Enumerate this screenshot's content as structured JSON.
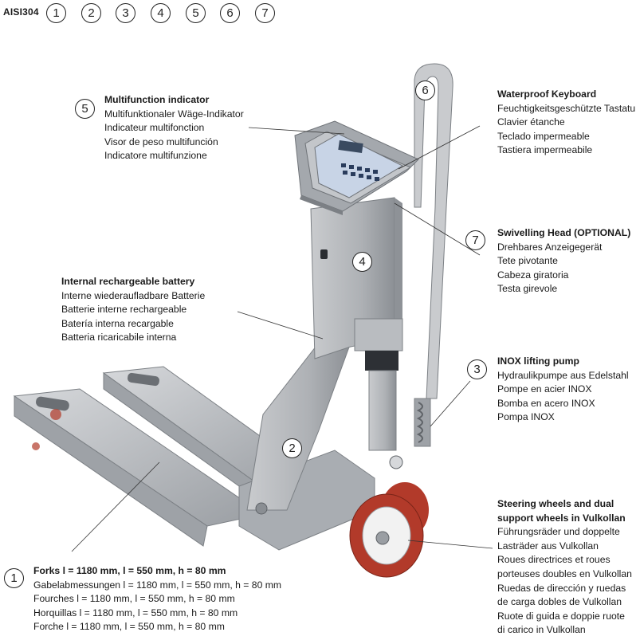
{
  "brand": "AISI304",
  "header_numbers": [
    "1",
    "2",
    "3",
    "4",
    "5",
    "6",
    "7"
  ],
  "callouts": {
    "c1": {
      "num": "1",
      "title": "Forks l = 1180 mm, l = 550 mm, h = 80 mm",
      "lines": [
        "Gabelabmessungen l = 1180 mm, l = 550 mm, h = 80 mm",
        "Fourches l = 1180 mm, l = 550 mm, h = 80 mm",
        "Horquillas l = 1180 mm, l = 550 mm, h = 80 mm",
        "Forche l = 1180 mm, l = 550 mm, h = 80 mm"
      ]
    },
    "c2": {
      "num": "2"
    },
    "c3": {
      "num": "3",
      "title": "INOX lifting pump",
      "lines": [
        "Hydraulikpumpe aus Edelstahl",
        "Pompe en acier INOX",
        "Bomba en acero INOX",
        "Pompa INOX"
      ]
    },
    "c4": {
      "num": "4",
      "title": "Internal rechargeable battery",
      "lines": [
        "Interne wiederaufladbare Batterie",
        "Batterie interne rechargeable",
        "Batería interna recargable",
        "Batteria ricaricabile interna"
      ]
    },
    "c5": {
      "num": "5",
      "title": "Multifunction indicator",
      "lines": [
        "Multifunktionaler Wäge-Indikator",
        "Indicateur multifonction",
        "Visor de peso multifunción",
        "Indicatore multifunzione"
      ]
    },
    "c6": {
      "num": "6",
      "title": "Waterproof Keyboard",
      "lines": [
        "Feuchtigkeitsgeschützte Tastatur",
        "Clavier étanche",
        "Teclado impermeable",
        "Tastiera impermeabile"
      ]
    },
    "c7": {
      "num": "7",
      "title": "Swivelling Head (OPTIONAL)",
      "lines": [
        "Drehbares Anzeigegerät",
        "Tete pivotante",
        "Cabeza giratoria",
        "Testa girevole"
      ]
    },
    "c8": {
      "title_lines": [
        "Steering wheels and dual",
        "support wheels in Vulkollan"
      ],
      "lines": [
        "Führungsräder und doppelte",
        "Lasträder aus Vulkollan",
        "Roues directrices et roues",
        "porteuses doubles en Vulkollan",
        "Ruedas de dirección y ruedas",
        "de carga dobles de Vulkollan",
        "Ruote di guida e doppie ruote",
        "di carico in Vulkollan"
      ]
    }
  },
  "colors": {
    "steel": "#b9bcc0",
    "steel_dark": "#8e9297",
    "wheel_red": "#b23a2a",
    "display_blue": "#c8d4e6"
  }
}
